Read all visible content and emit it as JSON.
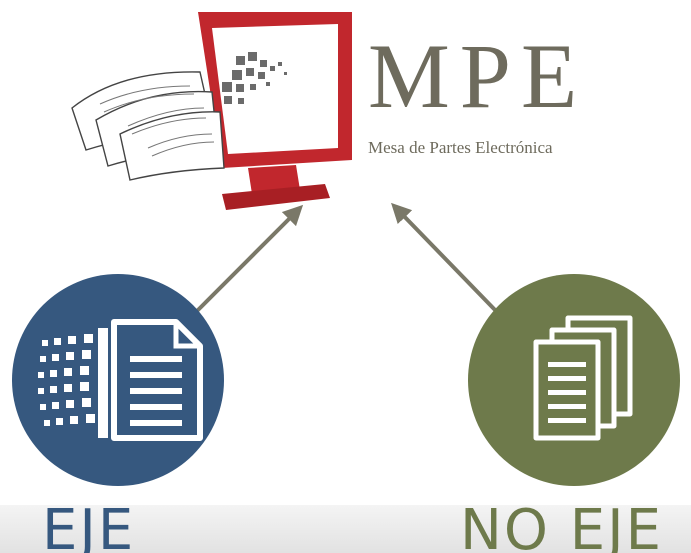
{
  "logo": {
    "title": "MPE",
    "subtitle": "Mesa de Partes Electrónica"
  },
  "nodes": {
    "eje": {
      "label": "EJE",
      "color": "#36587f"
    },
    "no_eje": {
      "label": "NO EJE",
      "color": "#6e7a4b"
    }
  },
  "colors": {
    "brand_red": "#c1272d",
    "arrow": "#7a7868",
    "text": "#6e6b5d"
  }
}
